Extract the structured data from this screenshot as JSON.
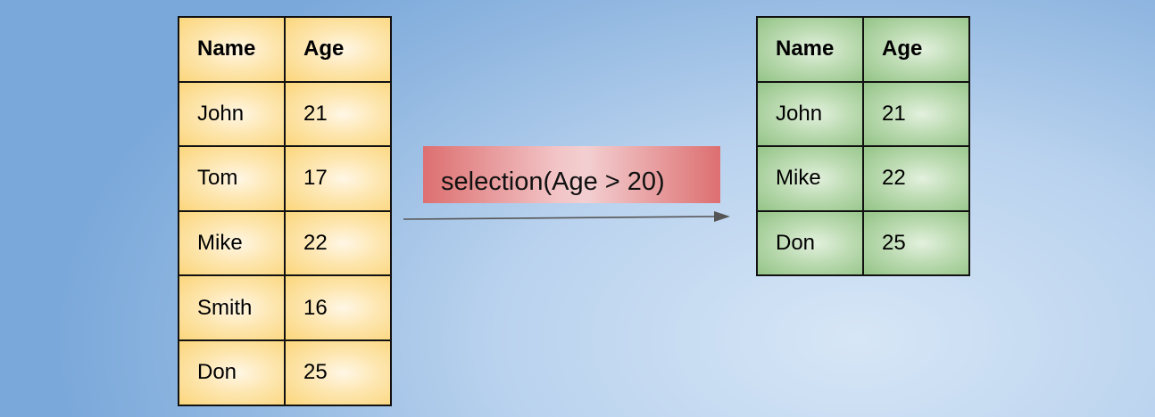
{
  "source_table": {
    "headers": [
      "Name",
      "Age"
    ],
    "rows": [
      [
        "John",
        "21"
      ],
      [
        "Tom",
        "17"
      ],
      [
        "Mike",
        "22"
      ],
      [
        "Smith",
        "16"
      ],
      [
        "Don",
        "25"
      ]
    ]
  },
  "operation": {
    "label": "selection(Age > 20)"
  },
  "result_table": {
    "headers": [
      "Name",
      "Age"
    ],
    "rows": [
      [
        "John",
        "21"
      ],
      [
        "Mike",
        "22"
      ],
      [
        "Don",
        "25"
      ]
    ]
  },
  "colors": {
    "background": "#b9d2ee",
    "source_fill": "#fbd67c",
    "result_fill": "#94c487",
    "operation_fill": "#dd6f70",
    "arrow": "#555555"
  }
}
